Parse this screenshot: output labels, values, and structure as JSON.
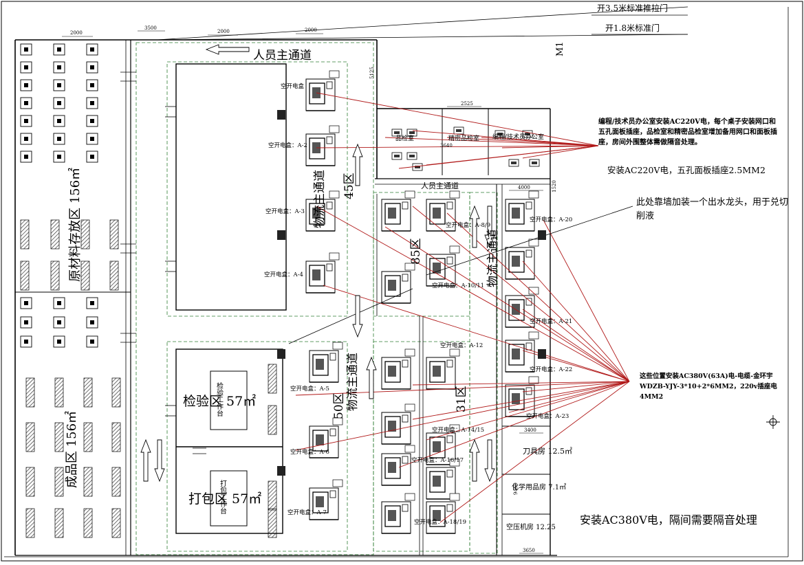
{
  "colors": {
    "line": "#000000",
    "wire": "#b01818",
    "dash": "#2e7d32",
    "hatch": "#333333"
  },
  "top_labels": {
    "door_standard_35": "开3.5米标准推拉门",
    "door_standard_18": "开1.8米标准门",
    "m1": "M1"
  },
  "dimensions": {
    "d2000_a": "2000",
    "d3500": "3500",
    "d2000_b": "2000",
    "d2000_c": "2000",
    "d2525": "2525",
    "d3640": "3640",
    "d4000": "4000",
    "d1520": "1520",
    "d5125": "5125",
    "d3400": "3400",
    "d9460": "9460",
    "d3650": "3650"
  },
  "corridors": {
    "personnel_main_top": "人员主通道",
    "personnel_main_mid": "人员主通道",
    "logistics_1": "物流主通道",
    "logistics_2": "物流主通道",
    "logistics_3": "物流主通道"
  },
  "zones": {
    "raw_storage": "原材料存放区 156㎡",
    "finished_storage": "成品区 156㎡",
    "inspection": "检验区 57㎡",
    "inspection_table": "检验工作台",
    "packing": "打包区 57㎡",
    "packing_table": "打包工作台",
    "zone_45": "45区",
    "zone_85": "85区",
    "zone_50": "50区",
    "zone_31": "31区",
    "tool_room": "刀具房 12.5㎡",
    "chem_room": "化学用品房 7.1㎡",
    "air_room": "空压机房 12.25",
    "quality_room": "品检室",
    "precision_room": "精密品检室",
    "office_room": "编程/技术员办公室"
  },
  "breakers": [
    {
      "label": "空开电盒"
    },
    {
      "label": "空开电盒：A-2"
    },
    {
      "label": "空开电盒：A-3"
    },
    {
      "label": "空开电盒：A-4"
    },
    {
      "label": "空开电盒：A-5"
    },
    {
      "label": "空开电盒：A-6"
    },
    {
      "label": "空开电盒：A-7"
    },
    {
      "label": "空开电盒：A-8/9"
    },
    {
      "label": "空开电盒：A-10/11"
    },
    {
      "label": "空开电盒：A-14/15"
    },
    {
      "label": "空开电盒：A-16/17"
    },
    {
      "label": "空开电盒：A-18/19"
    },
    {
      "label": "空开电盒：A-20"
    },
    {
      "label": "空开电盒：A-21"
    },
    {
      "label": "空开电盒：A-22"
    },
    {
      "label": "空开电盒：A-23"
    },
    {
      "label": "空开电盒：A-12"
    }
  ],
  "notes": {
    "office_note": "编程/技术员办公室安装AC220V电，每个桌子安装网口和五孔面板插座，品检室和精密品检室增加备用网口和面板插座，房间外围整体需做隔音处理。",
    "office_note_2": "安装AC220V电，五孔面板插座2.5MM2",
    "faucet_note": "此处靠墙加装一个出水龙头，用于兑切削液",
    "ac380_note": "这些位置安装AC380V(63A)电-电缆-金环宇WDZB-YJY-3*10+2*6MM2，220v插座电4MM2",
    "room_note": "安装AC380V电，隔间需要隔音处理"
  }
}
